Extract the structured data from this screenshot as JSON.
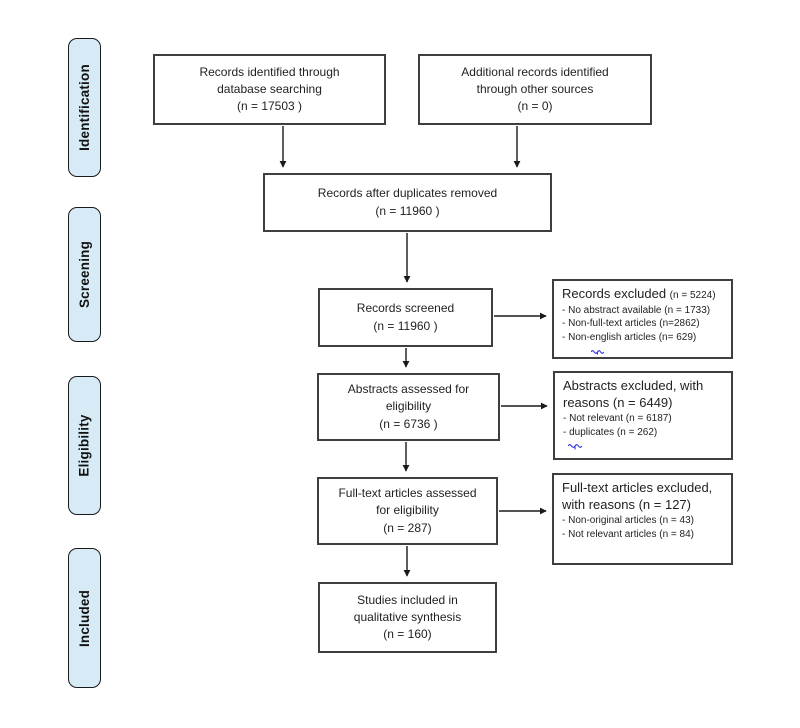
{
  "stages": [
    {
      "label": "Identification"
    },
    {
      "label": "Screening"
    },
    {
      "label": "Eligibility"
    },
    {
      "label": "Included"
    }
  ],
  "boxes": {
    "records_identified": {
      "text": "Records identified through\ndatabase searching\n(n = 17503 )"
    },
    "additional_records": {
      "text": "Additional records identified\nthrough other sources\n(n = 0)"
    },
    "after_duplicates": {
      "text": "Records after duplicates removed\n(n = 11960  )"
    },
    "records_screened": {
      "text": "Records screened\n(n = 11960 )"
    },
    "abstracts_assessed": {
      "text": "Abstracts assessed for\neligibility\n(n = 6736 )"
    },
    "fulltext_assessed": {
      "text": "Full-text articles assessed\nfor eligibility\n(n = 287)"
    },
    "studies_included": {
      "text": "Studies included in\nqualitative synthesis\n(n = 160)"
    },
    "records_excluded": {
      "title": "Records excluded ",
      "count": "(n = 5224)",
      "items": [
        "- No abstract available (n = 1733)",
        "- Non-full-text articles (n=2862)",
        "- Non-english articles (n= 629)"
      ]
    },
    "abstracts_excluded": {
      "title": "Abstracts excluded, with reasons (n = 6449)",
      "items": [
        "- Not relevant (n = 6187)",
        "- duplicates (n = 262)"
      ]
    },
    "fulltext_excluded": {
      "title": "Full-text articles excluded, with reasons (n = 127)",
      "items": [
        "- Non-original articles (n = 43)",
        "- Not relevant articles (n = 84)"
      ]
    }
  },
  "colors": {
    "stage_fill": "#d7ebf7",
    "stage_border": "#1a1a1a",
    "box_border": "#3f3f3f",
    "arrow": "#1a1a1a",
    "squiggle": "#2d2de0",
    "background": "#ffffff"
  }
}
